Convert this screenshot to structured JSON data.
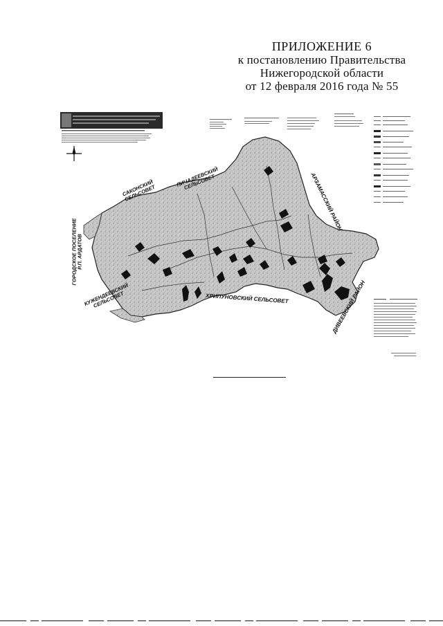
{
  "header": {
    "title": "ПРИЛОЖЕНИЕ 6",
    "line1": "к постановлению Правительства",
    "line2": "Нижегородской области",
    "line3": "от 12 февраля 2016 года № 55"
  },
  "map": {
    "labels": {
      "saksonsky": "САКОНСКИЙ\nСЕЛЬСОВЕТ",
      "pichadeevsky": "ПИЧАДЕЕВСКИЙ\nСЕЛЬСОВЕТ",
      "arzamassky": "АРЗАМАССКИЙ РАЙОН",
      "gorodskoe": "ГОРОДСКОЕ ПОСЕЛЕНИЕ\nР.П. АРДАТОВ",
      "kuzhendeevsky": "КУЖЕНДЕЕВСКИЙ\nСЕЛЬСОВЕТ",
      "hripunovsky": "ХРИПУНОВСКИЙ СЕЛЬСОВЕТ",
      "diveevsky": "ДИВЕЕВСКИЙ РАЙОН"
    },
    "colors": {
      "territory_fill": "#bdbdbd",
      "forest_patch": "#111111",
      "boundary": "#222222"
    },
    "icons": [
      "compass-rose-icon",
      "emblem-icon"
    ]
  }
}
